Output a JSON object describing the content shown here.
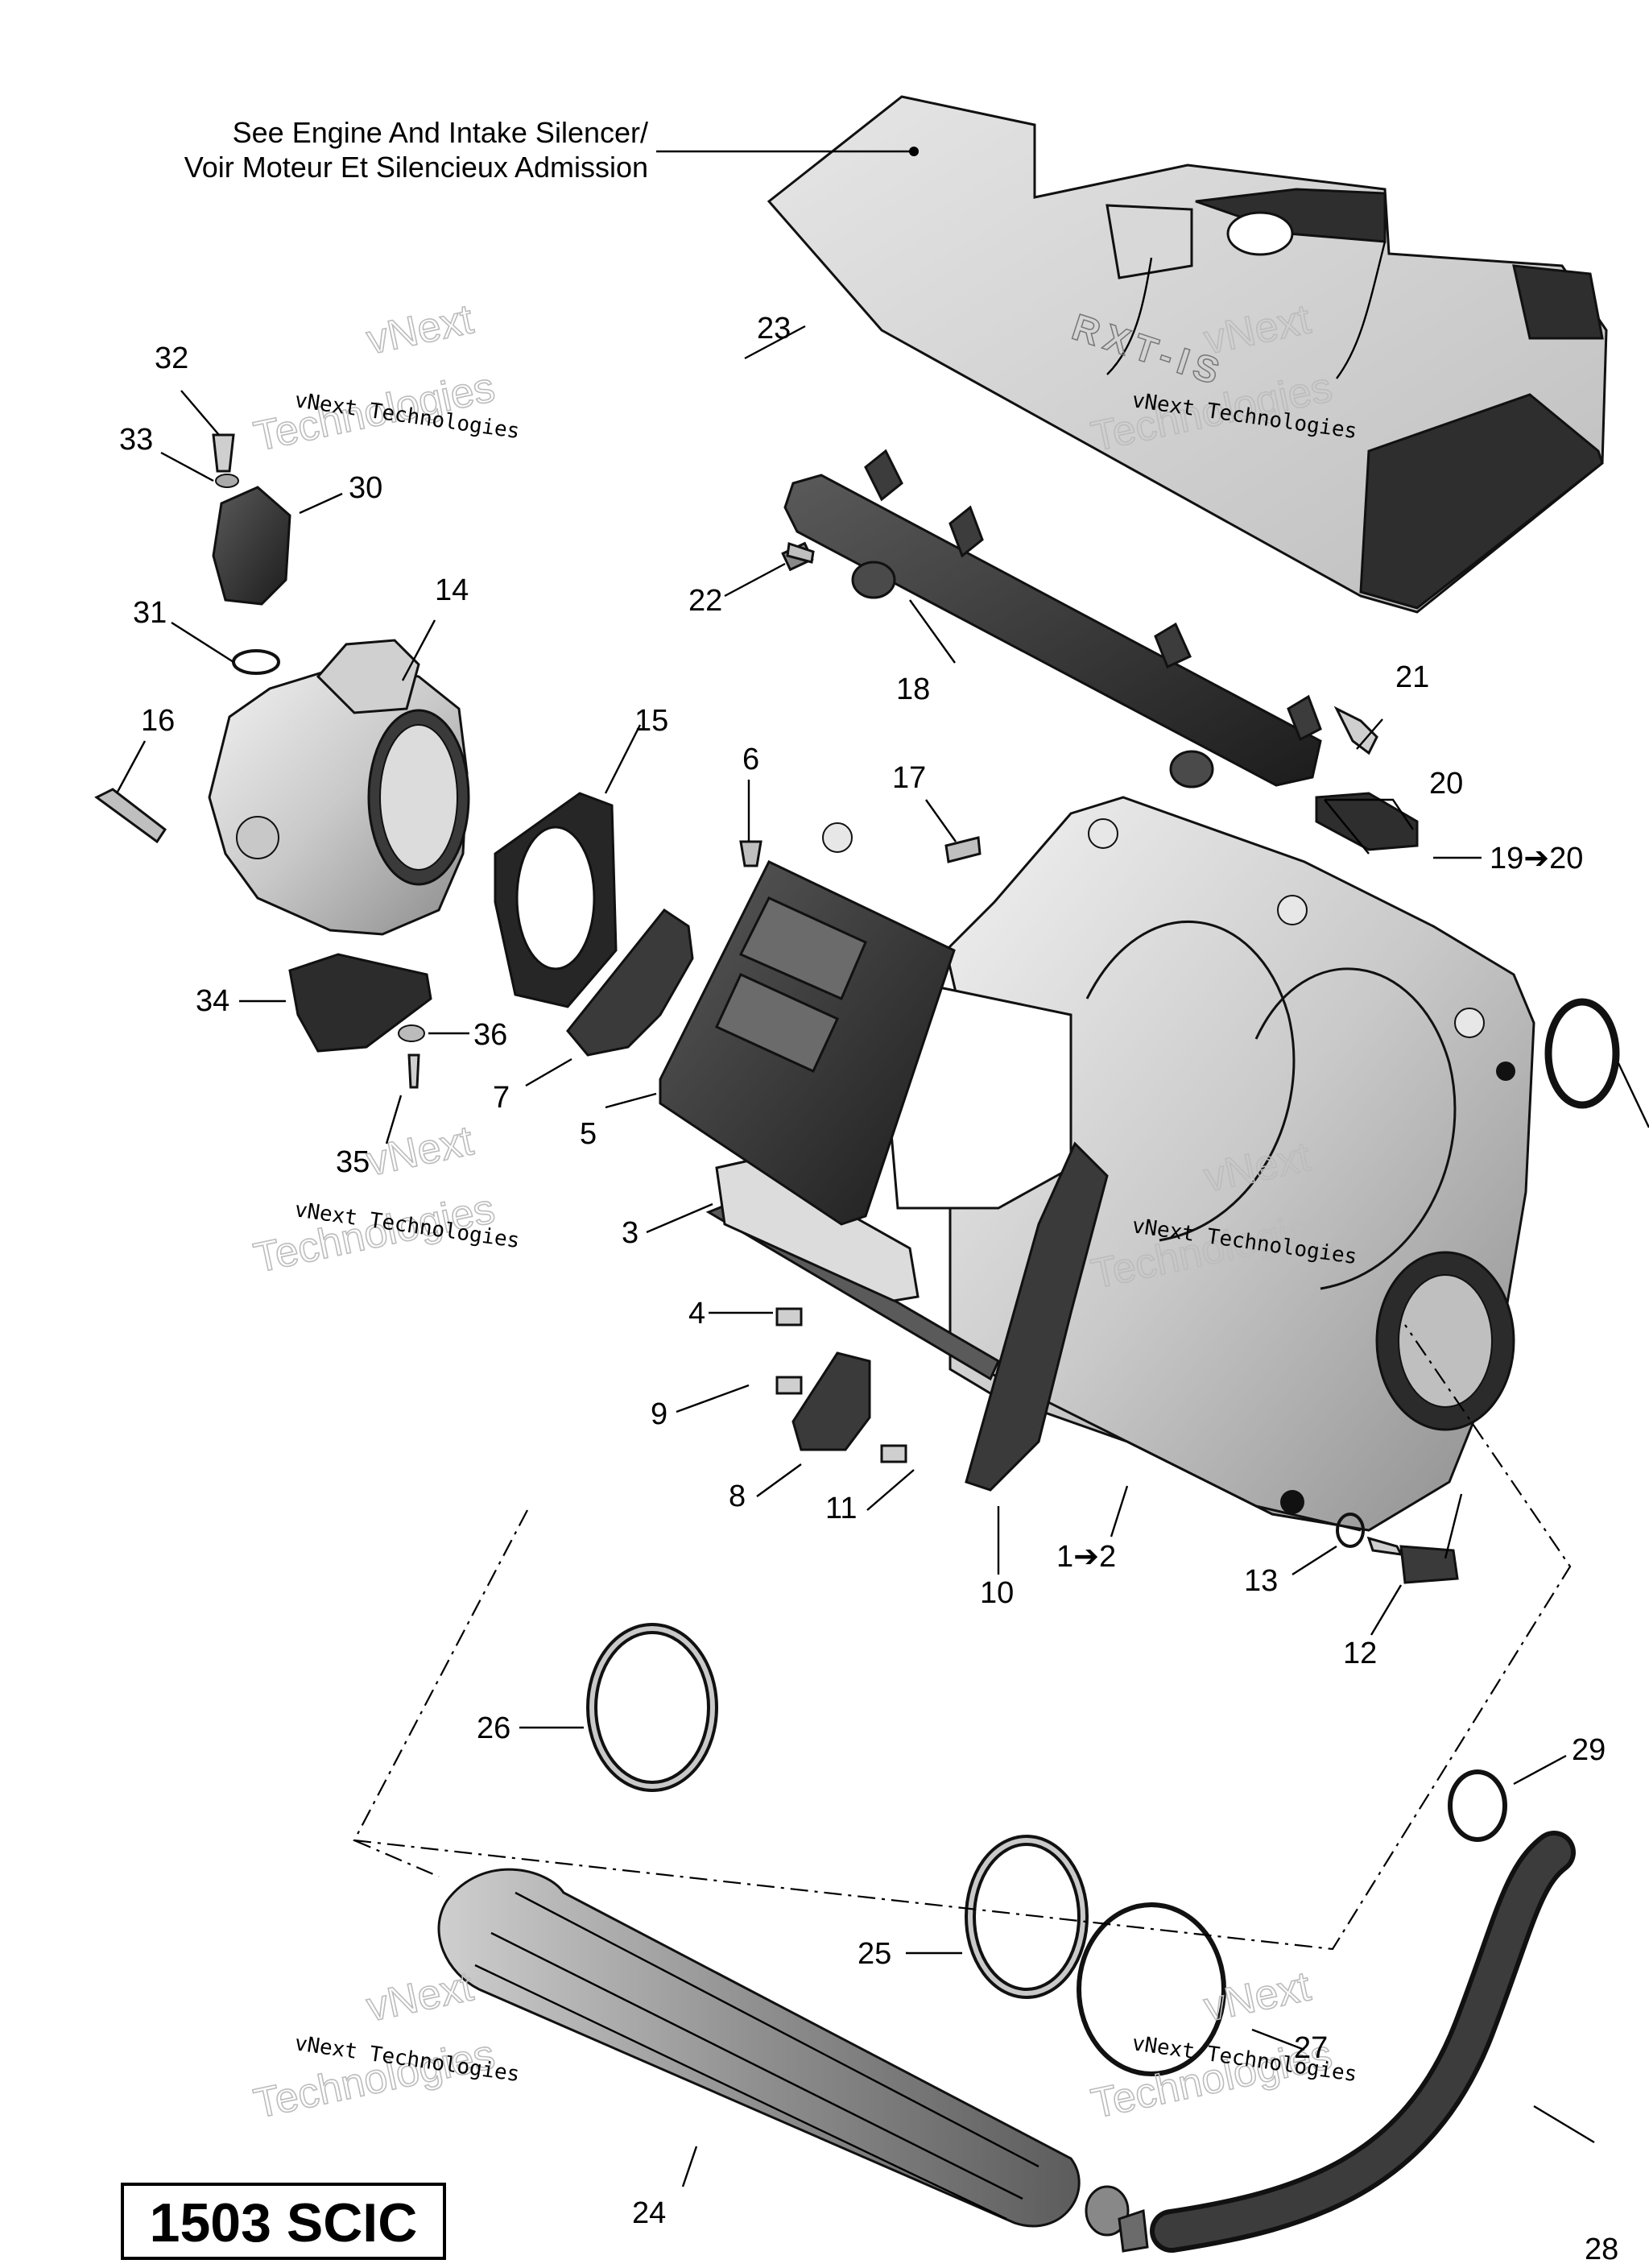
{
  "diagram": {
    "note_line1": "See Engine And Intake Silencer/",
    "note_line2": "Voir Moteur Et Silencieux Admission",
    "badge": "1503 SCIC",
    "watermark_line1": "vNext Technologies",
    "watermark_line2": "Technologies",
    "watermark_line3": "vNext",
    "cover_logo": "RXT-IS",
    "callouts": {
      "c1_2": "1➔2",
      "c3": "3",
      "c4": "4",
      "c5": "5",
      "c6": "6",
      "c7": "7",
      "c8": "8",
      "c9": "9",
      "c10": "10",
      "c11": "11",
      "c12": "12",
      "c13": "13",
      "c14": "14",
      "c15": "15",
      "c16": "16",
      "c17": "17",
      "c18": "18",
      "c19_20": "19➔20",
      "c20": "20",
      "c21": "21",
      "c22": "22",
      "c23": "23",
      "c24": "24",
      "c25": "25",
      "c26": "26",
      "c27": "27",
      "c28": "28",
      "c29": "29",
      "c30": "30",
      "c31": "31",
      "c32": "32",
      "c33": "33",
      "c34": "34",
      "c35": "35",
      "c36": "36"
    }
  }
}
